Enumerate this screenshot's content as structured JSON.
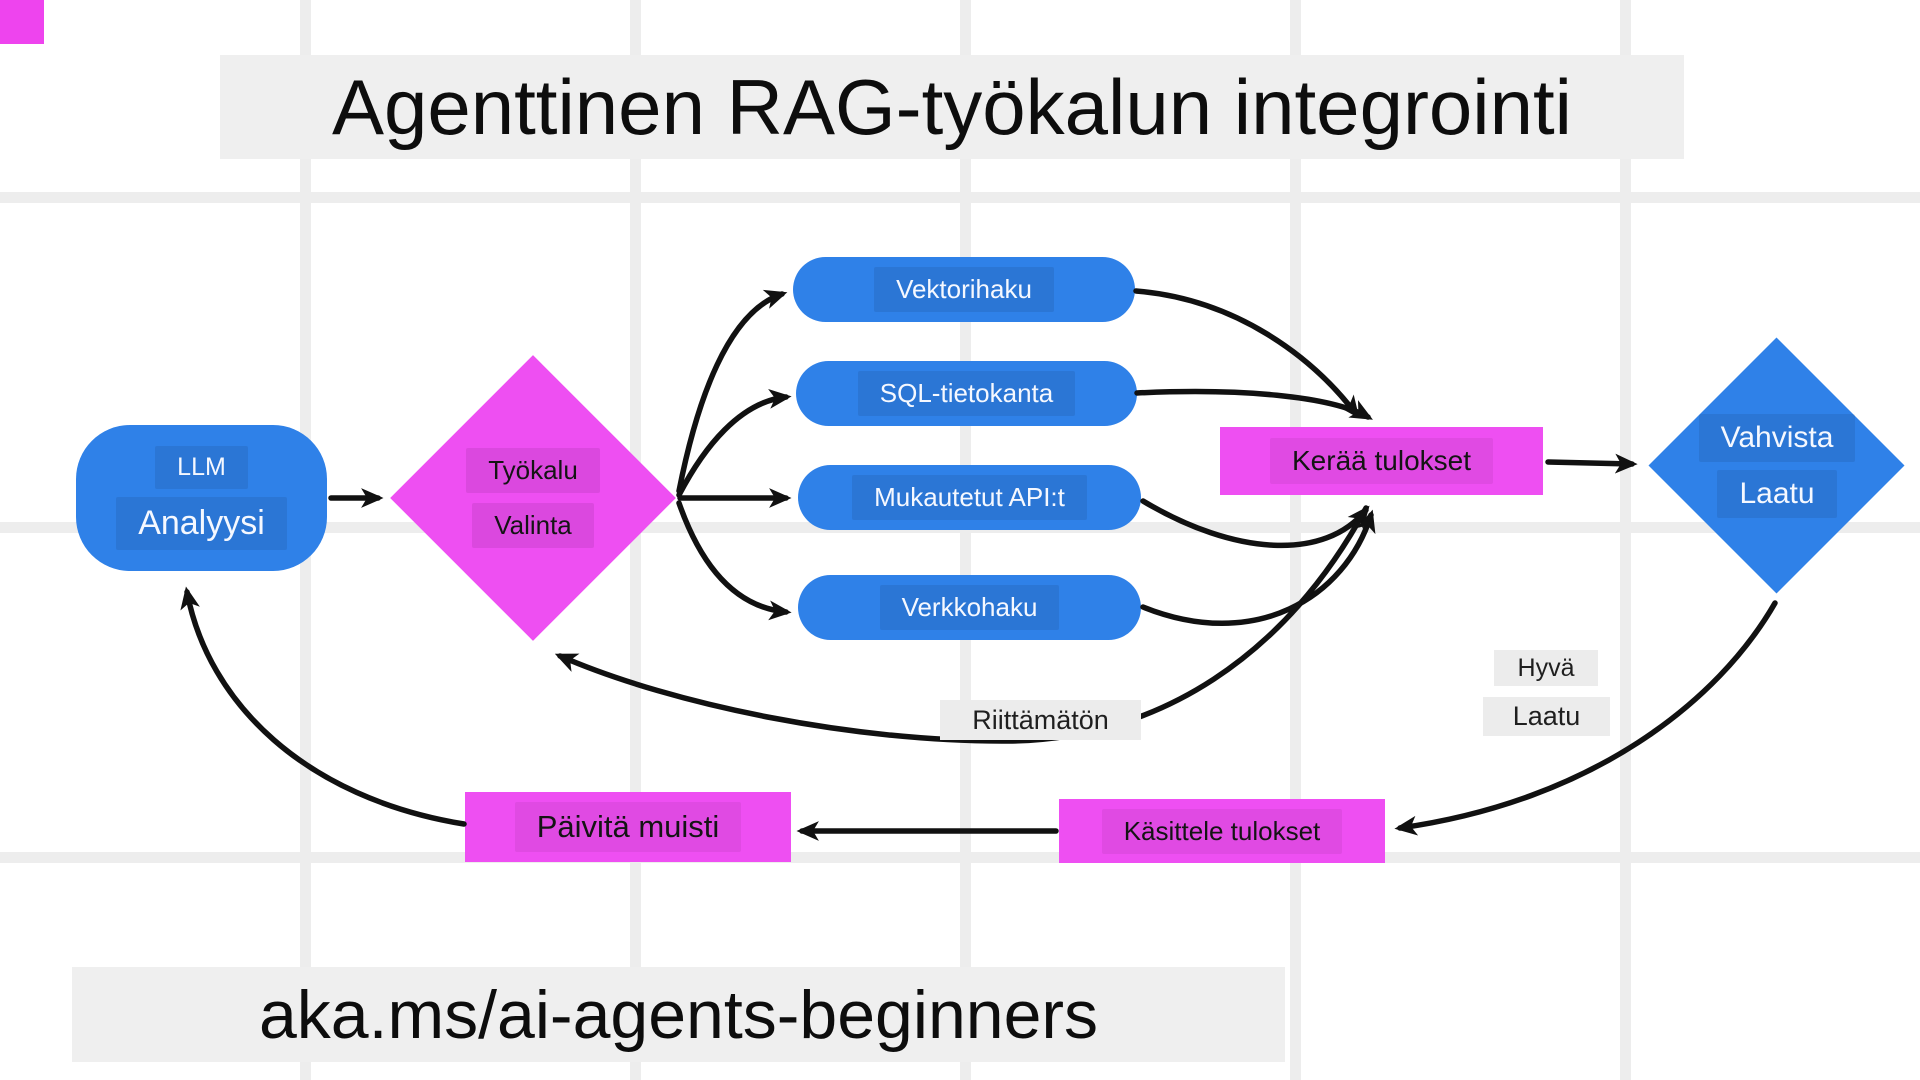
{
  "title": "Agenttinen RAG-työkalun integrointi",
  "footer": "aka.ms/ai-agents-beginners",
  "nodes": {
    "llm": {
      "line1": "LLM",
      "line2": "Analyysi"
    },
    "tool_selection": {
      "line1": "Työkalu",
      "line2": "Valinta"
    },
    "vector_search": {
      "label": "Vektorihaku"
    },
    "sql_database": {
      "label": "SQL-tietokanta"
    },
    "custom_apis": {
      "label": "Mukautetut API:t"
    },
    "web_search": {
      "label": "Verkkohaku"
    },
    "collect_results": {
      "label": "Kerää tulokset"
    },
    "validate_quality": {
      "line1": "Vahvista",
      "line2": "Laatu"
    },
    "process_results": {
      "label": "Käsittele tulokset"
    },
    "update_memory": {
      "label": "Päivitä muisti"
    }
  },
  "edge_labels": {
    "good_quality_line1": "Hyvä",
    "good_quality_line2": "Laatu",
    "insufficient": "Riittämätön"
  },
  "colors": {
    "node_blue": "#2f81e8",
    "node_magenta": "#ee4ff2",
    "arrow_black": "#111111",
    "label_gray": "#ececec",
    "banner_gray": "#efefef",
    "background": "#ffffff"
  }
}
